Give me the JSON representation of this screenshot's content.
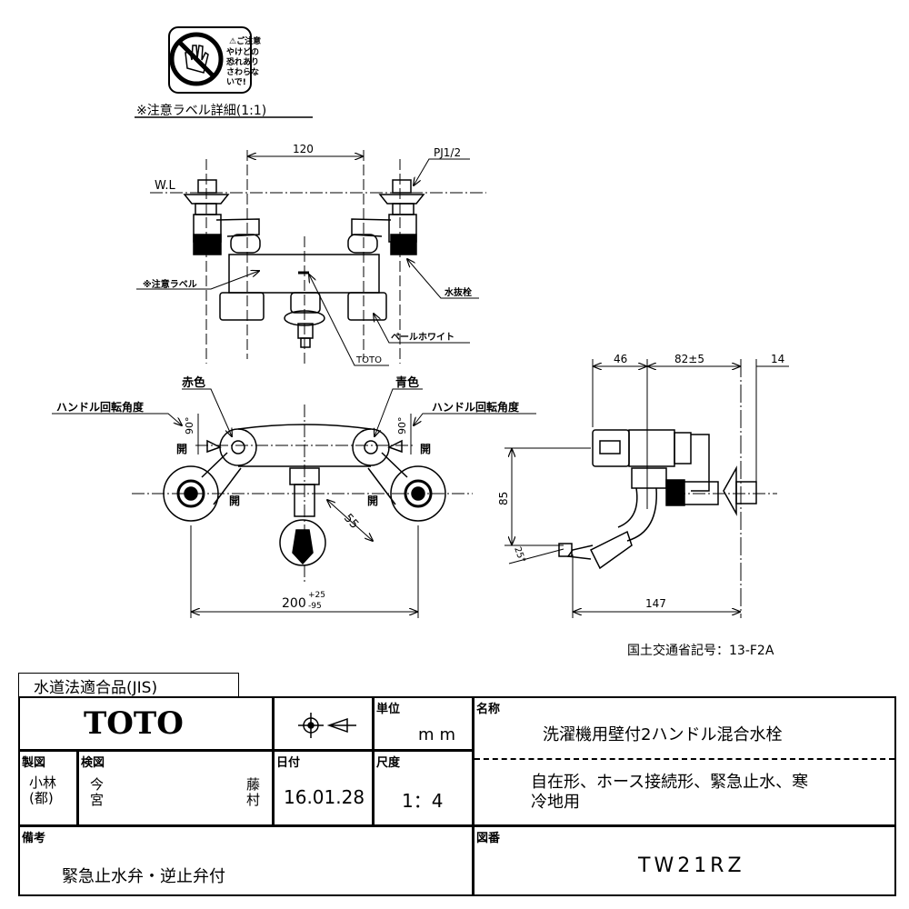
{
  "label_detail": {
    "caution_title": "⚠ご注意",
    "caution_lines": [
      "やけどの",
      "恐れあり",
      "さわらな",
      "いで!"
    ],
    "caption": "※注意ラベル詳細(1:1)"
  },
  "front_view": {
    "dim_top": "120",
    "pj": "PJ1/2",
    "wl": "W.L",
    "label_caution": "※注意ラベル",
    "label_drain": "水抜栓",
    "label_color": "ペールホワイト",
    "label_brand": "TOTO"
  },
  "top_view": {
    "red": "赤色",
    "blue": "青色",
    "rotation_left": "ハンドル回転角度",
    "rotation_right": "ハンドル回転角度",
    "angle_left": "90°",
    "angle_right": "90°",
    "open_labels": [
      "開",
      "開",
      "開",
      "開"
    ],
    "dim_55": "55",
    "dim_width": "200",
    "tol_plus": "+25",
    "tol_minus": "-95"
  },
  "side_view": {
    "dim_46": "46",
    "dim_82": "82±5",
    "dim_14": "14",
    "dim_85": "85",
    "angle_25": "25°",
    "dim_147": "147",
    "ministry_code": "国土交通省記号：13-F2A"
  },
  "title_block": {
    "jis": "水道法適合品(JIS)",
    "brand": "TOTO",
    "unit_label": "単位",
    "unit_value": "mm",
    "name_label": "名称",
    "name_value": "洗濯機用壁付2ハンドル混合水栓",
    "features": "自在形、ホース接続形、緊急止水、寒冷地用",
    "drafter_label": "製図",
    "drafter": "小林(都)",
    "checker_label": "検図",
    "checker_1": "今宮",
    "checker_2": "藤村",
    "date_label": "日付",
    "date": "16.01.28",
    "scale_label": "尺度",
    "scale": "1：4",
    "notes_label": "備考",
    "notes": "緊急止水弁・逆止弁付",
    "drawing_no_label": "図番",
    "drawing_no": "TW21RZ"
  }
}
